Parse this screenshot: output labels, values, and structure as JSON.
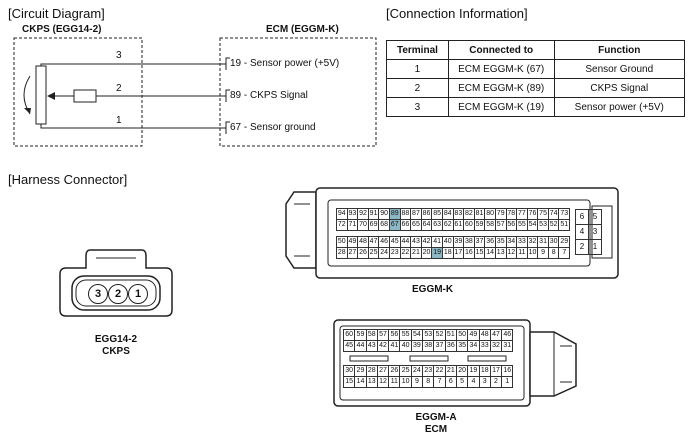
{
  "circuit": {
    "section_title": "[Circuit Diagram]",
    "sensor_title": "CKPS (EGG14-2)",
    "ecm_title": "ECM (EGGM-K)",
    "pins": [
      {
        "number": "3",
        "label": "19 - Sensor power (+5V)"
      },
      {
        "number": "2",
        "label": "89 - CKPS Signal"
      },
      {
        "number": "1",
        "label": "67 - Sensor ground"
      }
    ]
  },
  "connection": {
    "section_title": "[Connection Information]",
    "headers": [
      "Terminal",
      "Connected to",
      "Function"
    ],
    "rows": [
      [
        "1",
        "ECM EGGM-K (67)",
        "Sensor Ground"
      ],
      [
        "2",
        "ECM EGGM-K (89)",
        "CKPS Signal"
      ],
      [
        "3",
        "ECM EGGM-K (19)",
        "Sensor power (+5V)"
      ]
    ]
  },
  "harness": {
    "section_title": "[Harness Connector]",
    "sensor_connector": {
      "pins": [
        "3",
        "2",
        "1"
      ],
      "label_line1": "EGG14-2",
      "label_line2": "CKPS"
    },
    "eggm_k": {
      "label": "EGGM-K",
      "top_row1": [
        "94",
        "93",
        "92",
        "91",
        "90",
        "89",
        "88",
        "87",
        "86",
        "85",
        "84",
        "83",
        "82",
        "81",
        "80",
        "79",
        "78",
        "77",
        "76",
        "75",
        "74",
        "73"
      ],
      "top_row2": [
        "72",
        "71",
        "70",
        "69",
        "68",
        "67",
        "66",
        "65",
        "64",
        "63",
        "62",
        "61",
        "60",
        "59",
        "58",
        "57",
        "56",
        "55",
        "54",
        "53",
        "52",
        "51"
      ],
      "bottom_row1": [
        "50",
        "49",
        "48",
        "47",
        "46",
        "45",
        "44",
        "43",
        "42",
        "41",
        "40",
        "39",
        "38",
        "37",
        "36",
        "35",
        "34",
        "33",
        "32",
        "31",
        "30",
        "29"
      ],
      "bottom_row2": [
        "28",
        "27",
        "26",
        "25",
        "24",
        "23",
        "22",
        "21",
        "20",
        "19",
        "18",
        "17",
        "16",
        "15",
        "14",
        "13",
        "12",
        "11",
        "10",
        "9",
        "8",
        "7"
      ],
      "side_grid": [
        [
          "6",
          "5"
        ],
        [
          "4",
          "3"
        ],
        [
          "2",
          "1"
        ]
      ],
      "highlighted": [
        "89",
        "67",
        "19"
      ],
      "highlight_color": "#8ab8c4"
    },
    "eggm_a": {
      "label_line1": "EGGM-A",
      "label_line2": "ECM",
      "top_row1": [
        "60",
        "59",
        "58",
        "57",
        "56",
        "55",
        "54",
        "53",
        "52",
        "51",
        "50",
        "49",
        "48",
        "47",
        "46"
      ],
      "top_row2": [
        "45",
        "44",
        "43",
        "42",
        "41",
        "40",
        "39",
        "38",
        "37",
        "36",
        "35",
        "34",
        "33",
        "32",
        "31"
      ],
      "bottom_row1": [
        "30",
        "29",
        "28",
        "27",
        "26",
        "25",
        "24",
        "23",
        "22",
        "21",
        "20",
        "19",
        "18",
        "17",
        "16"
      ],
      "bottom_row2": [
        "15",
        "14",
        "13",
        "12",
        "11",
        "10",
        "9",
        "8",
        "7",
        "6",
        "5",
        "4",
        "3",
        "2",
        "1"
      ]
    }
  }
}
